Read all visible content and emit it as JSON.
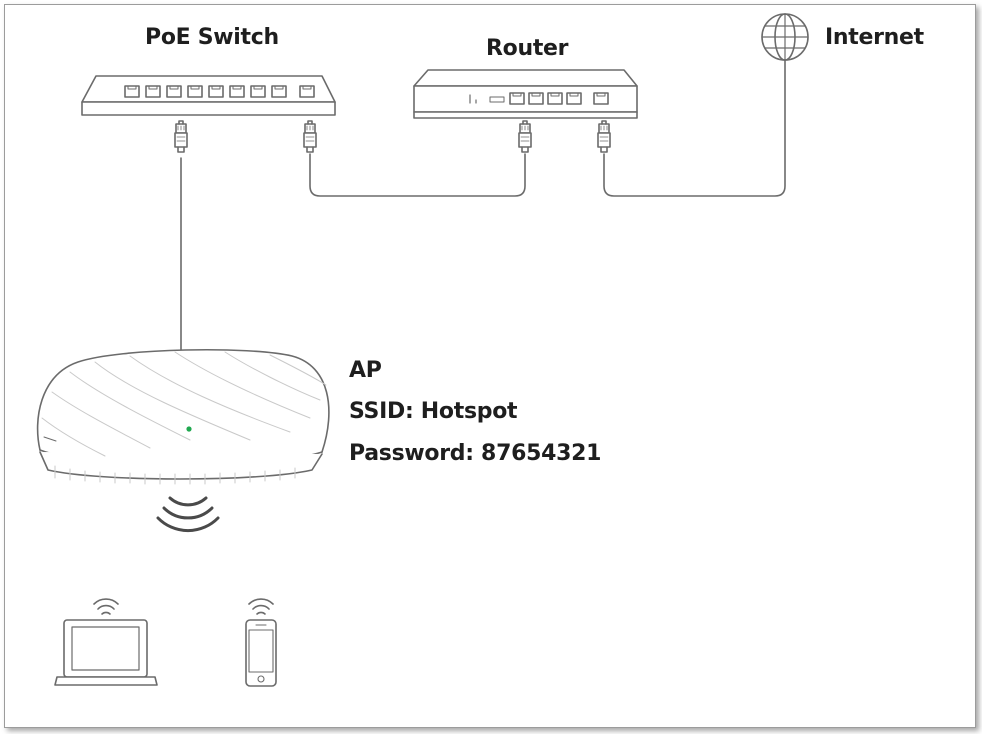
{
  "labels": {
    "switch": "PoE Switch",
    "router": "Router",
    "internet": "Internet",
    "ap_name": "AP",
    "ap_ssid": "SSID: Hotspot",
    "ap_password": "Password: 87654321"
  },
  "icons": [
    "poe-switch-icon",
    "router-icon",
    "globe-icon",
    "rj45-plug-icon",
    "access-point-icon",
    "wifi-signal-icon",
    "laptop-icon",
    "smartphone-icon"
  ],
  "colors": {
    "line": "#6b6b6b",
    "ap_led": "#1fa84f",
    "text": "#1e1e1e"
  }
}
